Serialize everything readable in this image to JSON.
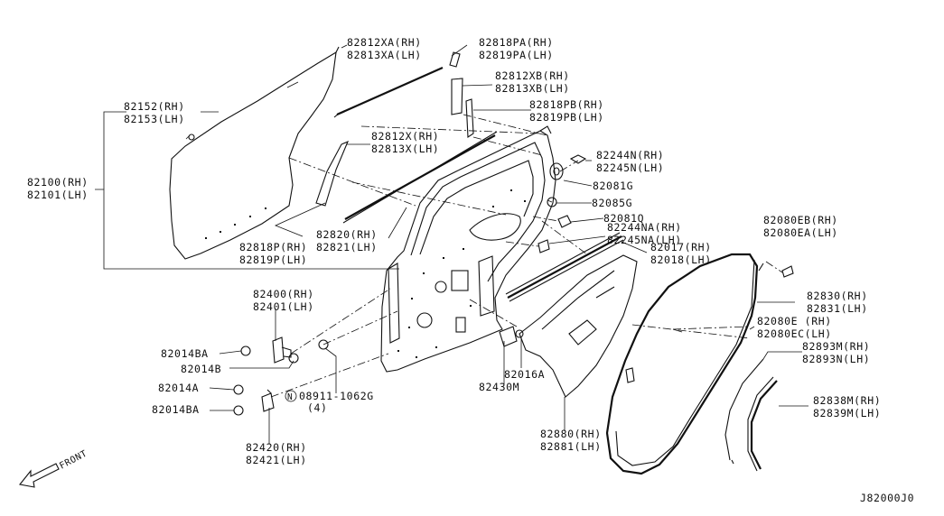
{
  "diagram_id": "J82000J0",
  "front_label": "FRONT",
  "labels": {
    "l82812xa": "82812XA(RH)",
    "l82813xa": "82813XA(LH)",
    "l82818pa": "82818PA(RH)",
    "l82819pa": "82819PA(LH)",
    "l82812xb": "82812XB(RH)",
    "l82813xb": "82813XB(LH)",
    "l82818pb": "82818PB(RH)",
    "l82819pb": "82819PB(LH)",
    "l82152": "82152(RH)",
    "l82153": "82153(LH)",
    "l82812x": "82812X(RH)",
    "l82813x": "82813X(LH)",
    "l82244n": "82244N(RH)",
    "l82245n": "82245N(LH)",
    "l82081g": "82081G",
    "l82100": "82100(RH)",
    "l82101": "82101(LH)",
    "l82085g": "82085G",
    "l82081q": "82081Q",
    "l82244na": "82244NA(RH)",
    "l82245na": "82245NA(LH)",
    "l82820": "82820(RH)",
    "l82821": "82821(LH)",
    "l82017": "82017(RH)",
    "l82018": "82018(LH)",
    "l82080eb": "82080EB(RH)",
    "l82080ea": "82080EA(LH)",
    "l82818p": "82818P(RH)",
    "l82819p": "82819P(LH)",
    "l82830": "82830(RH)",
    "l82831": "82831(LH)",
    "l82400": "82400(RH)",
    "l82401": "82401(LH)",
    "l82080e": "82080E (RH)",
    "l82080ec": "82080EC(LH)",
    "l82893m": "82893M(RH)",
    "l82893n": "82893N(LH)",
    "l82014ba1": "82014BA",
    "l82014b": "82014B",
    "l82016a": "82016A",
    "l82430m": "82430M",
    "l82014a": "82014A",
    "l08911": "08911-1062G",
    "l08911_qty": "(4)",
    "l08911_symbol": "N",
    "l82838m": "82838M(RH)",
    "l82839m": "82839M(LH)",
    "l82014ba2": "82014BA",
    "l82880": "82880(RH)",
    "l82881": "82881(LH)",
    "l82420": "82420(RH)",
    "l82421": "82421(LH)"
  }
}
